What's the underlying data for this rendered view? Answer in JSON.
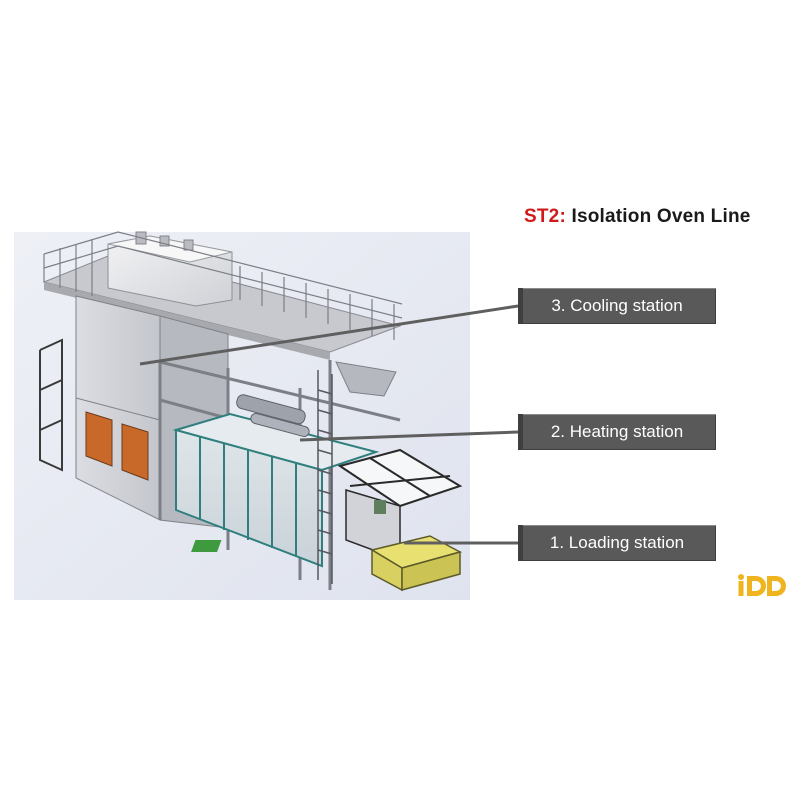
{
  "title": {
    "code": "ST2:",
    "text": " Isolation Oven Line"
  },
  "callouts": [
    {
      "label": "3. Cooling station"
    },
    {
      "label": "2. Heating station"
    },
    {
      "label": "1. Loading station"
    }
  ],
  "logo": {
    "text": "iDD",
    "color": "#f0b41e"
  },
  "colors": {
    "accent_red": "#d01a1a",
    "callout_bg": "#595959",
    "door_orange": "#c8692a",
    "heater_teal": "#2f7f7f",
    "loading_yellow": "#e8e070"
  }
}
